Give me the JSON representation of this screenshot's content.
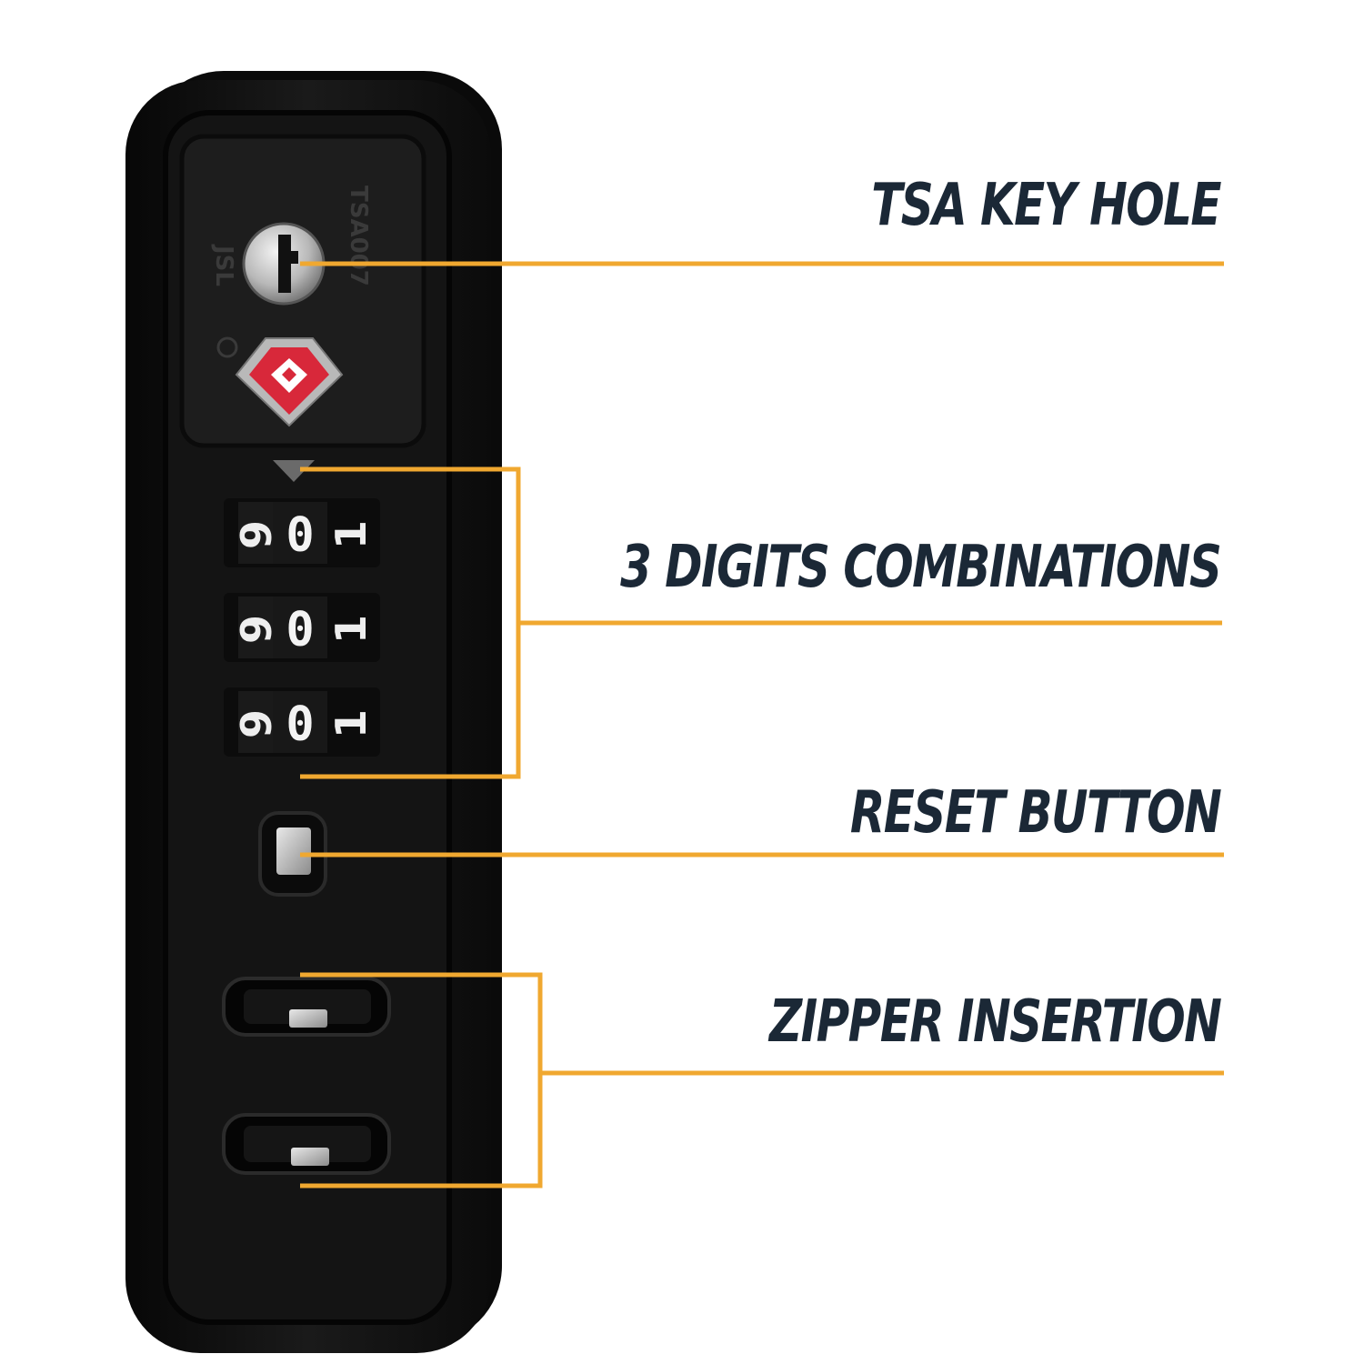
{
  "callouts": {
    "tsa_key_hole": "TSA KEY HOLE",
    "digits_combinations": "3 DIGITS COMBINATIONS",
    "reset_button": "RESET BUTTON",
    "zipper_insertion": "ZIPPER INSERTION"
  },
  "lock": {
    "embossed_left": "JSL",
    "embossed_right": "TSA007",
    "dial_digits": [
      "0",
      "0",
      "0"
    ],
    "dial_digit_above": "9",
    "dial_digit_below": "1"
  },
  "colors": {
    "background": "#ffffff",
    "label_text": "#1b2836",
    "leader_lines": "#f0a830",
    "lock_body": "#121212",
    "tsa_logo": "#d8283a"
  }
}
